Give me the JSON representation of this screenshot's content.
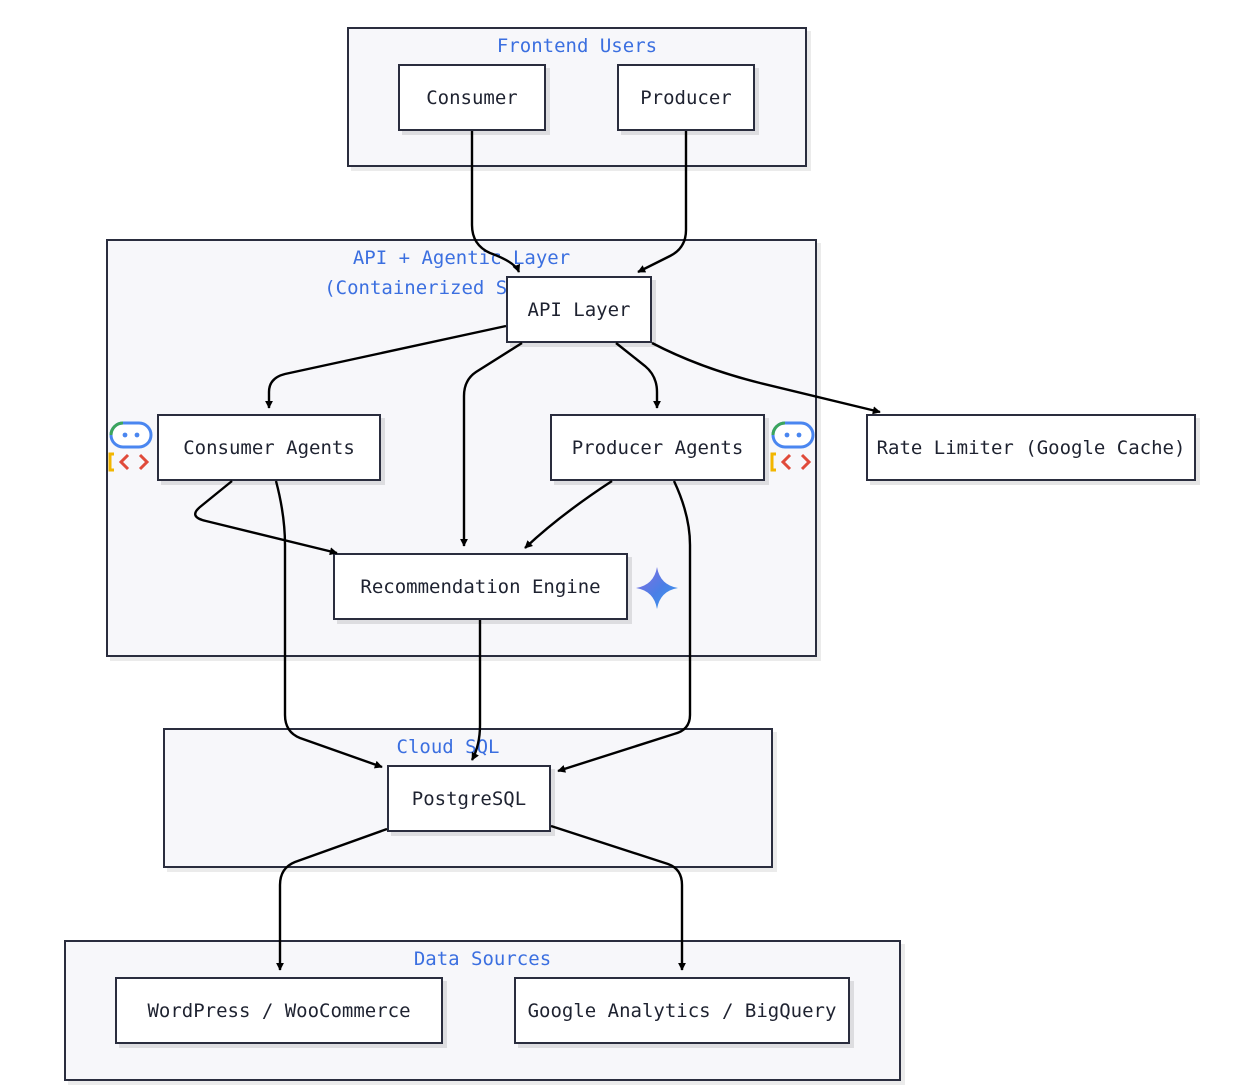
{
  "clusters": {
    "frontend": "Frontend Users",
    "api_line1": "API + Agentic Layer",
    "api_line2": "(Containerized Services)",
    "cloudsql": "Cloud SQL",
    "datasources": "Data Sources"
  },
  "nodes": {
    "consumer": "Consumer",
    "producer": "Producer",
    "api_layer": "API Layer",
    "consumer_agents": "Consumer Agents",
    "producer_agents": "Producer Agents",
    "rate_limiter": "Rate Limiter (Google Cache)",
    "recommendation_engine": "Recommendation Engine",
    "postgresql": "PostgreSQL",
    "wordpress": "WordPress / WooCommerce",
    "google_analytics": "Google Analytics / BigQuery"
  },
  "icons": {
    "consumer_agents_badge": "agent-code-icon",
    "producer_agents_badge": "agent-code-icon",
    "recommendation_badge": "sparkle-icon"
  },
  "colors": {
    "cluster_label": "#3b6fe0",
    "border": "#2a2d3e",
    "cluster_fill": "#f7f7fa",
    "edge": "#000000"
  }
}
